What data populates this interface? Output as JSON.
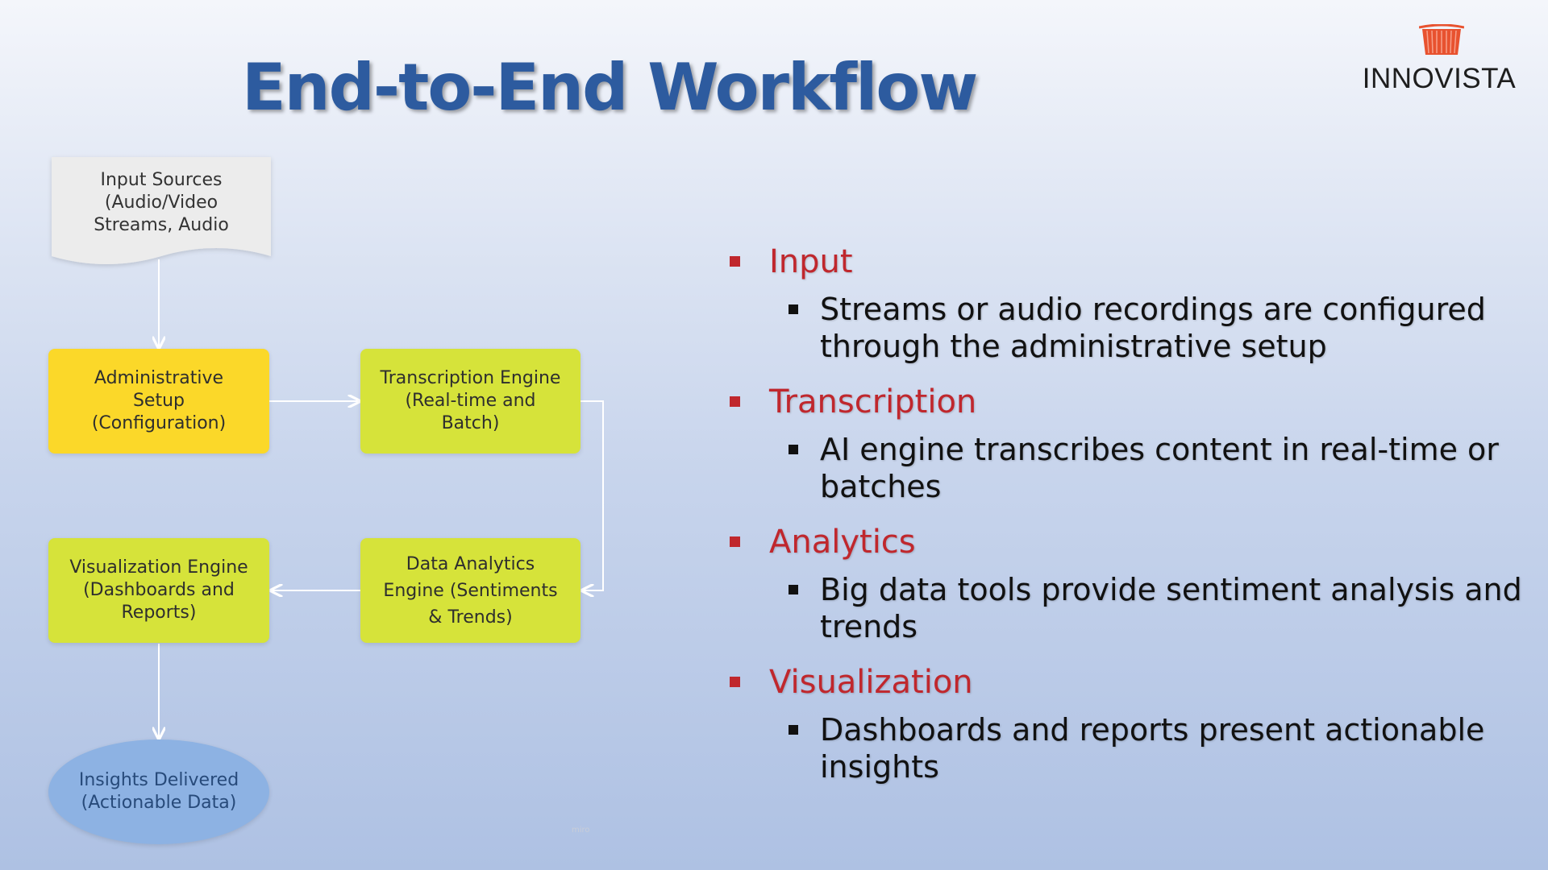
{
  "title": "End-to-End Workflow",
  "logo": {
    "text": "INNOVISTA",
    "accent_color": "#e8522f"
  },
  "flow": {
    "nodes": {
      "input_sources": "Input Sources\n(Audio/Video\nStreams, Audio",
      "admin_setup": "Administrative\nSetup\n(Configuration)",
      "transcription": "Transcription Engine\n(Real-time and\nBatch)",
      "analytics": "Data Analytics\nEngine (Sentiments\n& Trends)",
      "visualization": "Visualization Engine\n(Dashboards and\nReports)",
      "insights": "Insights Delivered\n(Actionable Data)"
    },
    "watermark": "miro",
    "colors": {
      "green": "#d6e33a",
      "yellow": "#fbd829",
      "oval": "#8db2e3"
    }
  },
  "bullets": [
    {
      "heading": "Input",
      "detail": "Streams or audio recordings are configured through the administrative setup"
    },
    {
      "heading": "Transcription",
      "detail": "AI engine transcribes content in real-time or batches"
    },
    {
      "heading": "Analytics",
      "detail": "Big data tools provide sentiment analysis and trends"
    },
    {
      "heading": "Visualization",
      "detail": "Dashboards and reports present actionable insights"
    }
  ],
  "colors": {
    "heading": "#c0272d",
    "title": "#2d5b9f"
  }
}
